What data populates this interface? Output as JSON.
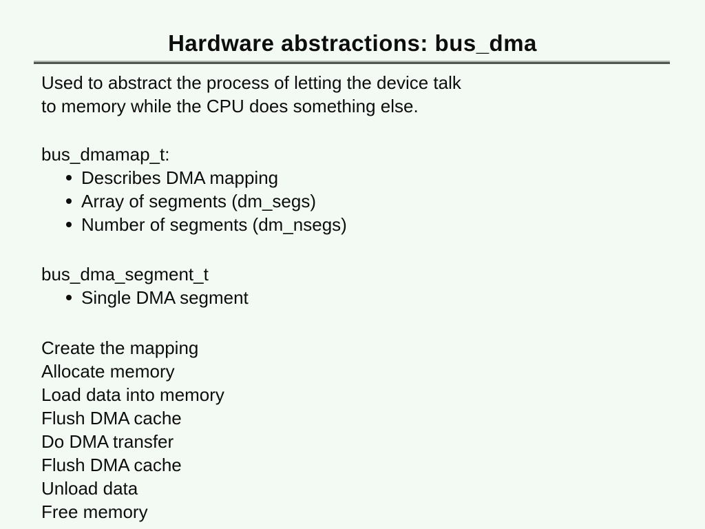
{
  "slide": {
    "title": "Hardware abstractions: bus_dma",
    "intro_lines": [
      "Used to abstract the process of letting the device talk",
      "to memory while the CPU does something else."
    ],
    "sections": [
      {
        "heading": "bus_dmamap_t:",
        "bullets": [
          "Describes DMA mapping",
          "Array of segments (dm_segs)",
          "Number of segments (dm_nsegs)"
        ]
      },
      {
        "heading": "bus_dma_segment_t",
        "bullets": [
          "Single DMA segment"
        ]
      }
    ],
    "steps": [
      "Create the mapping",
      "Allocate memory",
      "Load data into memory",
      "Flush DMA cache",
      "Do DMA transfer",
      "Flush DMA cache",
      "Unload data",
      "Free memory"
    ],
    "colors": {
      "background": "#f3faf4",
      "text": "#0d0d0d",
      "rule_light": "#b2b8b2",
      "rule_dark": "#4f574f",
      "bullet": "#0d0d0d"
    }
  }
}
